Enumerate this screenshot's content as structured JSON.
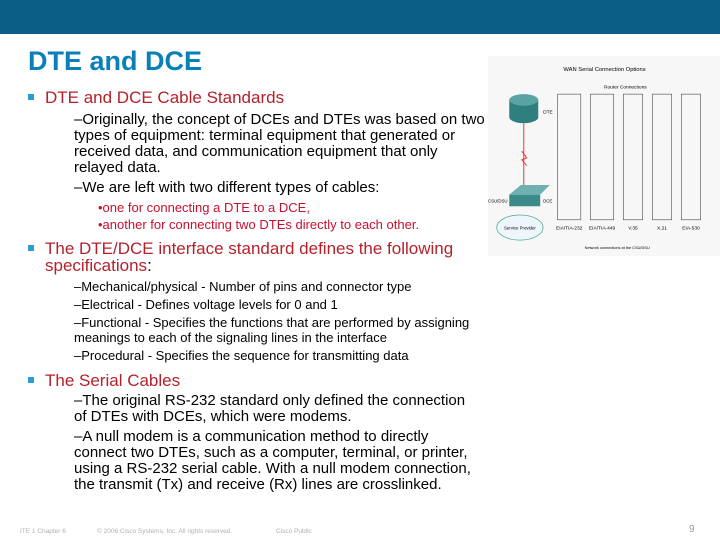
{
  "slide": {
    "title": "DTE and DCE",
    "bullets": [
      {
        "text": "DTE and DCE Cable Standards",
        "subs": [
          "–Originally, the concept of DCEs and DTEs was based on two types of equipment: terminal equipment that generated or received data, and communication equipment that only relayed data.",
          "–We are left with two different types of cables:"
        ],
        "subsubs": [
          "•one for connecting a DTE to a DCE,",
          "•another for connecting two DTEs directly to each other."
        ]
      },
      {
        "text": "The DTE/DCE interface standard defines the following specifications",
        "colon": ":",
        "subs": [
          "–Mechanical/physical - Number of pins and connector type",
          "–Electrical - Defines voltage levels for 0 and 1",
          "–Functional - Specifies the functions that are performed by assigning meanings to each of the signaling lines in the interface",
          "–Procedural - Specifies the sequence for transmitting data"
        ]
      },
      {
        "text": "The Serial Cables",
        "subs": [
          "–The original RS-232 standard only defined the connection of DTEs with DCEs, which were modems.",
          "–A null modem is a communication method to directly connect two DTEs, such as a computer, terminal, or printer, using a RS-232 serial cable. With a null modem connection, the transmit (Tx) and receive (Rx) lines are crosslinked."
        ]
      }
    ]
  },
  "figure": {
    "title": "WAN Serial Connection Options",
    "router_label": "Router Connections",
    "dte": "DTE",
    "dce": "DCE",
    "csu": "CSU/DSU",
    "cloud": "Service Provider",
    "connectors": [
      "EIA/TIA-232",
      "EIA/TIA-449",
      "V.35",
      "X.21",
      "EIA-530"
    ],
    "caption": "Network connections at the CSU/DSU"
  },
  "footer": {
    "course": "ITE 1 Chapter 6",
    "copyright": "© 2006 Cisco Systems, Inc. All rights reserved.",
    "classification": "Cisco Public",
    "page": "9"
  },
  "colors": {
    "header_bar": "#0b5e86",
    "title": "#0a80b8",
    "bullet_text": "#b5212b",
    "sub_bullet": "#c8102e"
  }
}
